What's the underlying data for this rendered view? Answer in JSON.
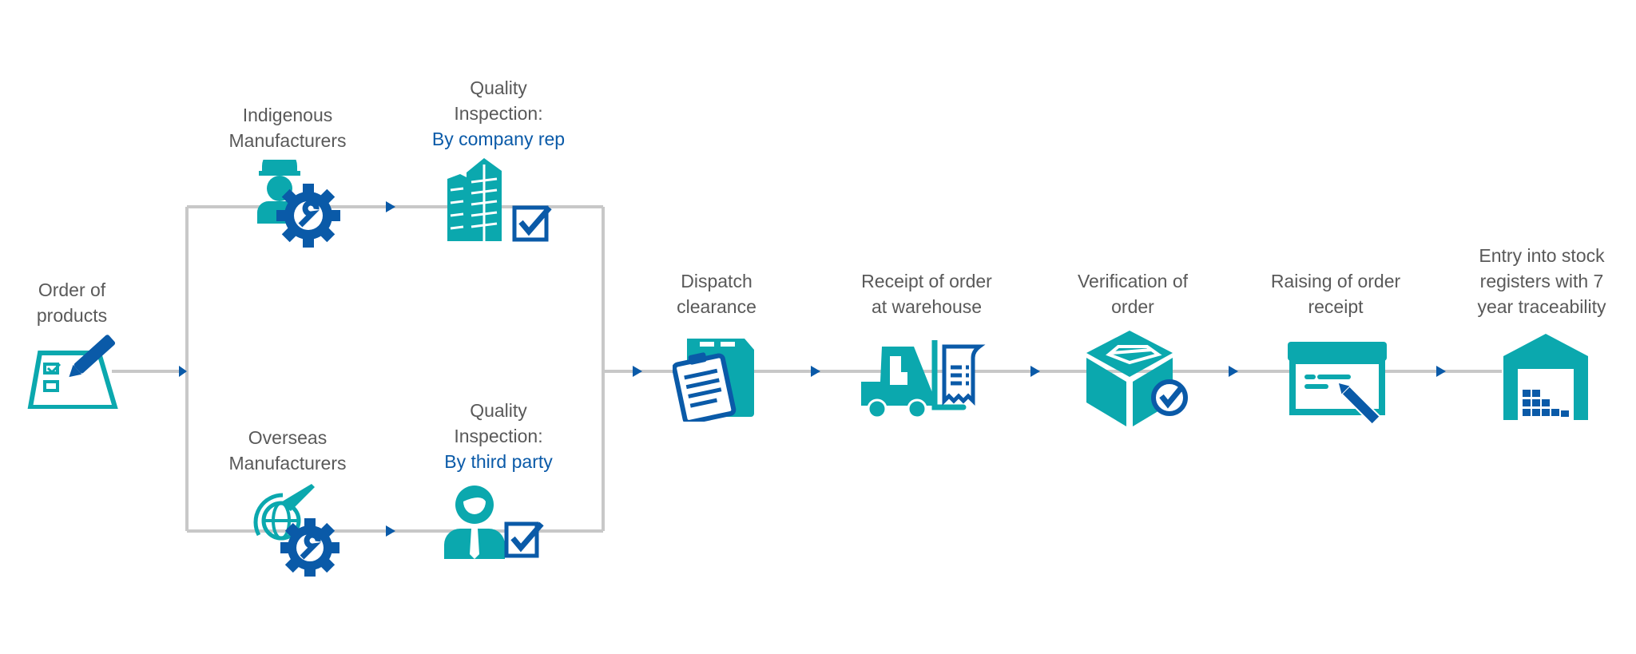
{
  "colors": {
    "teal": "#0ba8ae",
    "blue": "#0a5aa8",
    "connector": "#c8c8c8",
    "text": "#595959"
  },
  "steps": {
    "order": {
      "label": [
        "Order of",
        "products"
      ],
      "icon": "checklist-pencil-icon"
    },
    "indigenous": {
      "label": [
        "Indigenous",
        "Manufacturers"
      ],
      "icon": "worker-gear-icon"
    },
    "overseas": {
      "label": [
        "Overseas",
        "Manufacturers"
      ],
      "icon": "globe-plane-gear-icon"
    },
    "qi_company": {
      "label": [
        "Quality",
        "Inspection:"
      ],
      "sub": "By company rep",
      "icon": "buildings-checkbox-icon"
    },
    "qi_third": {
      "label": [
        "Quality",
        "Inspection:"
      ],
      "sub": "By third party",
      "icon": "person-checkbox-icon"
    },
    "dispatch": {
      "label": [
        "Dispatch",
        "clearance"
      ],
      "icon": "box-clipboard-icon"
    },
    "receipt": {
      "label": [
        "Receipt of order",
        "at warehouse"
      ],
      "icon": "forklift-receipt-icon"
    },
    "verification": {
      "label": [
        "Verification of",
        "order"
      ],
      "icon": "box-check-icon"
    },
    "raising": {
      "label": [
        "Raising of order",
        "receipt"
      ],
      "icon": "form-pencil-icon"
    },
    "entry": {
      "label": [
        "Entry into stock",
        "registers with 7",
        "year traceability"
      ],
      "icon": "warehouse-icon"
    }
  }
}
